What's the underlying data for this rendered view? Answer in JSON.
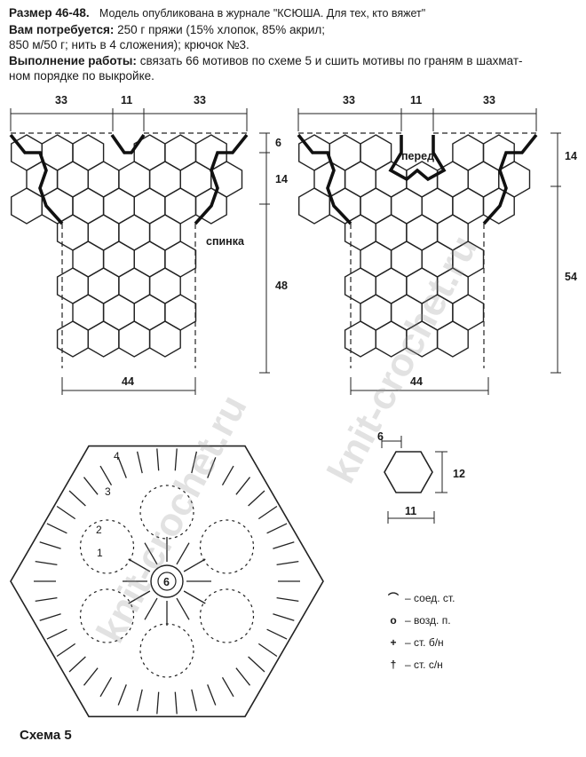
{
  "header": {
    "size_label": "Размер 46-48.",
    "published": "Модель опубликована в журнале \"КСЮША. Для тех, кто вяжет\"",
    "materials_label": "Вам потребуется:",
    "materials_text_1": "250 г пряжи (15% хлопок, 85% акрил;",
    "materials_text_2": "850 м/50 г; нить в 4 сложения); крючок №3.",
    "work_label": "Выполнение работы:",
    "work_text_1": "связать 66 мотивов по схеме 5 и сшить мотивы по граням в шахмат-",
    "work_text_2": "ном порядке по выкройке."
  },
  "back": {
    "top_left": "33",
    "top_mid": "11",
    "top_right": "33",
    "dim_6": "6",
    "dim_14": "14",
    "dim_48": "48",
    "bottom": "44",
    "name": "спинка"
  },
  "front": {
    "top_left": "33",
    "top_mid": "11",
    "top_right": "33",
    "dim_14": "14",
    "dim_54": "54",
    "bottom": "44",
    "name": "перед"
  },
  "motif_dims": {
    "side": "6",
    "height": "12",
    "width": "11"
  },
  "rounds": [
    "1",
    "2",
    "3",
    "4"
  ],
  "center_count": "6",
  "legend": [
    {
      "symbol": "⌒",
      "label": "– соед. ст."
    },
    {
      "symbol": "o",
      "label": "– возд. п."
    },
    {
      "symbol": "+",
      "label": "– ст. б/н"
    },
    {
      "symbol": "†",
      "label": "– ст. с/н"
    }
  ],
  "schema_title": "Схема 5",
  "watermark": "knit-crochet.ru"
}
